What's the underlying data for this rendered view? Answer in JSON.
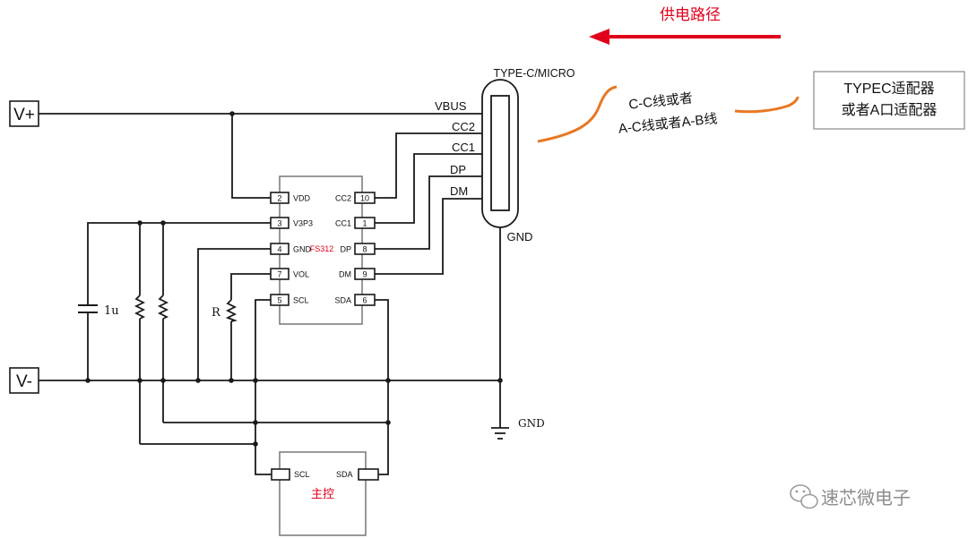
{
  "power_path": {
    "label": "供电路径",
    "arrow_color": "#e0001b"
  },
  "rails": {
    "vplus": "V+",
    "vminus": "V-"
  },
  "connector": {
    "title": "TYPE-C/MICRO",
    "lines": [
      "VBUS",
      "CC2",
      "CC1",
      "DP",
      "DM"
    ],
    "gnd": "GND"
  },
  "cable_note": {
    "line1": "C-C线或者",
    "line2": "A-C线或者A-B线",
    "curve_color": "#e87722"
  },
  "adapter_box": {
    "line1": "TYPEC适配器",
    "line2": "或者A口适配器"
  },
  "chip": {
    "name": "FS312",
    "left_pins": [
      {
        "num": "2",
        "label": "VDD"
      },
      {
        "num": "3",
        "label": "V3P3"
      },
      {
        "num": "4",
        "label": "GND"
      },
      {
        "num": "7",
        "label": "VOL"
      },
      {
        "num": "5",
        "label": "SCL"
      }
    ],
    "right_pins": [
      {
        "num": "10",
        "label": "CC2"
      },
      {
        "num": "1",
        "label": "CC1"
      },
      {
        "num": "8",
        "label": "DP"
      },
      {
        "num": "9",
        "label": "DM"
      },
      {
        "num": "6",
        "label": "SDA"
      }
    ]
  },
  "components": {
    "capacitor_label": "1u",
    "resistor_label": "R"
  },
  "ground_symbol_label": "GND",
  "mcu": {
    "label": "主控",
    "scl": "SCL",
    "sda": "SDA"
  },
  "watermark": {
    "text": "速芯微电子"
  }
}
